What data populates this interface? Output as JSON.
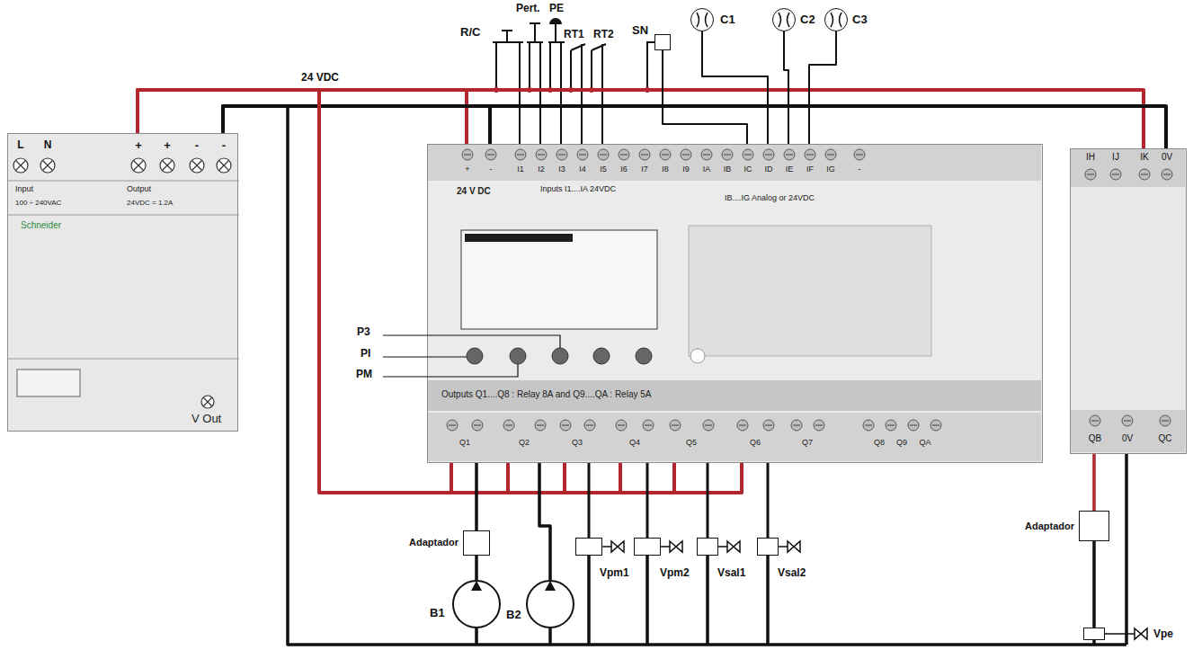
{
  "diagram": {
    "nodes": [
      {
        "text": [
          "SN"
        ]
      },
      {
        "text": [
          "C1"
        ]
      },
      {
        "text": [
          "C2"
        ]
      },
      {
        "text": [
          "C3"
        ]
      },
      {
        "text": [
          "L",
          "N",
          "+",
          "+",
          "-",
          "-",
          "Input",
          "Output",
          "100 ÷ 240VAC",
          "24VDC = 1.2A",
          "Schneider",
          "V Out"
        ]
      },
      {
        "text": [
          "+",
          "-",
          "I1",
          "I2",
          "I3",
          "I4",
          "I5",
          "I6",
          "I7",
          "I8",
          "I9",
          "IA",
          "IB",
          "IC",
          "ID",
          "IE",
          "IF",
          "IG",
          "-",
          "24 V DC",
          "Inputs I1....IA 24VDC",
          "IB....IG Analog or 24VDC",
          "Outputs Q1....Q8 : Relay 8A and Q9....QA : Relay 5A",
          "Q1",
          "Q2",
          "Q3",
          "Q4",
          "Q5",
          "Q6",
          "Q7",
          "Q8",
          "Q9",
          "QA"
        ]
      },
      {
        "text": [
          "IH",
          "IJ",
          "IK",
          "0V",
          "QB",
          "0V",
          "QC"
        ]
      },
      {
        "text": [
          "Adaptador"
        ]
      },
      {
        "text": [
          "B1"
        ]
      },
      {
        "text": [
          "B2"
        ]
      },
      {
        "text": [
          "Vpm1"
        ]
      },
      {
        "text": [
          "Vpm2"
        ]
      },
      {
        "text": [
          "Vsal1"
        ]
      },
      {
        "text": [
          "Vsal2"
        ]
      },
      {
        "text": [
          "Adaptador"
        ]
      },
      {
        "text": [
          "Vpe"
        ]
      }
    ],
    "edges": [
      {
        "from": 4,
        "to": 5,
        "arrow": "none"
      },
      {
        "from": 4,
        "to": 5,
        "arrow": "none"
      },
      {
        "from": 4,
        "to": 6,
        "arrow": "none"
      },
      {
        "from": 4,
        "to": 6,
        "arrow": "none"
      },
      {
        "from": 4,
        "to": 5,
        "arrow": "none"
      },
      {
        "from": 0,
        "to": 5,
        "arrow": "none"
      },
      {
        "from": 1,
        "to": 5,
        "arrow": "none"
      },
      {
        "from": 2,
        "to": 5,
        "arrow": "none"
      },
      {
        "from": 3,
        "to": 5,
        "arrow": "none"
      },
      {
        "from": 5,
        "to": 7,
        "arrow": "none"
      },
      {
        "from": 7,
        "to": 8,
        "arrow": "none"
      },
      {
        "from": 5,
        "to": 9,
        "arrow": "none"
      },
      {
        "from": 5,
        "to": 10,
        "arrow": "none"
      },
      {
        "from": 5,
        "to": 11,
        "arrow": "none"
      },
      {
        "from": 5,
        "to": 12,
        "arrow": "none"
      },
      {
        "from": 5,
        "to": 13,
        "arrow": "none"
      },
      {
        "from": 6,
        "to": 14,
        "arrow": "none"
      },
      {
        "from": 14,
        "to": 15,
        "arrow": "none"
      }
    ],
    "labels": [
      "24 VDC",
      "R/C",
      "Pert.",
      "PE",
      "RT1",
      "RT2",
      "P3",
      "PI",
      "PM"
    ]
  }
}
